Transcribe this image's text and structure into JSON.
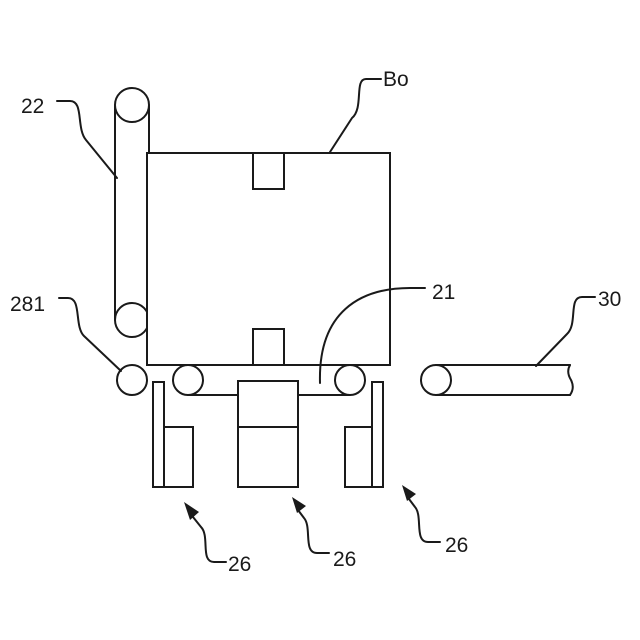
{
  "labels": {
    "ref_22": "22",
    "ref_bo": "Bo",
    "ref_281": "281",
    "ref_21": "21",
    "ref_30": "30",
    "ref_26_left": "26",
    "ref_26_center": "26",
    "ref_26_right": "26"
  },
  "colors": {
    "line": "#1a1a1a",
    "background": "#ffffff"
  }
}
